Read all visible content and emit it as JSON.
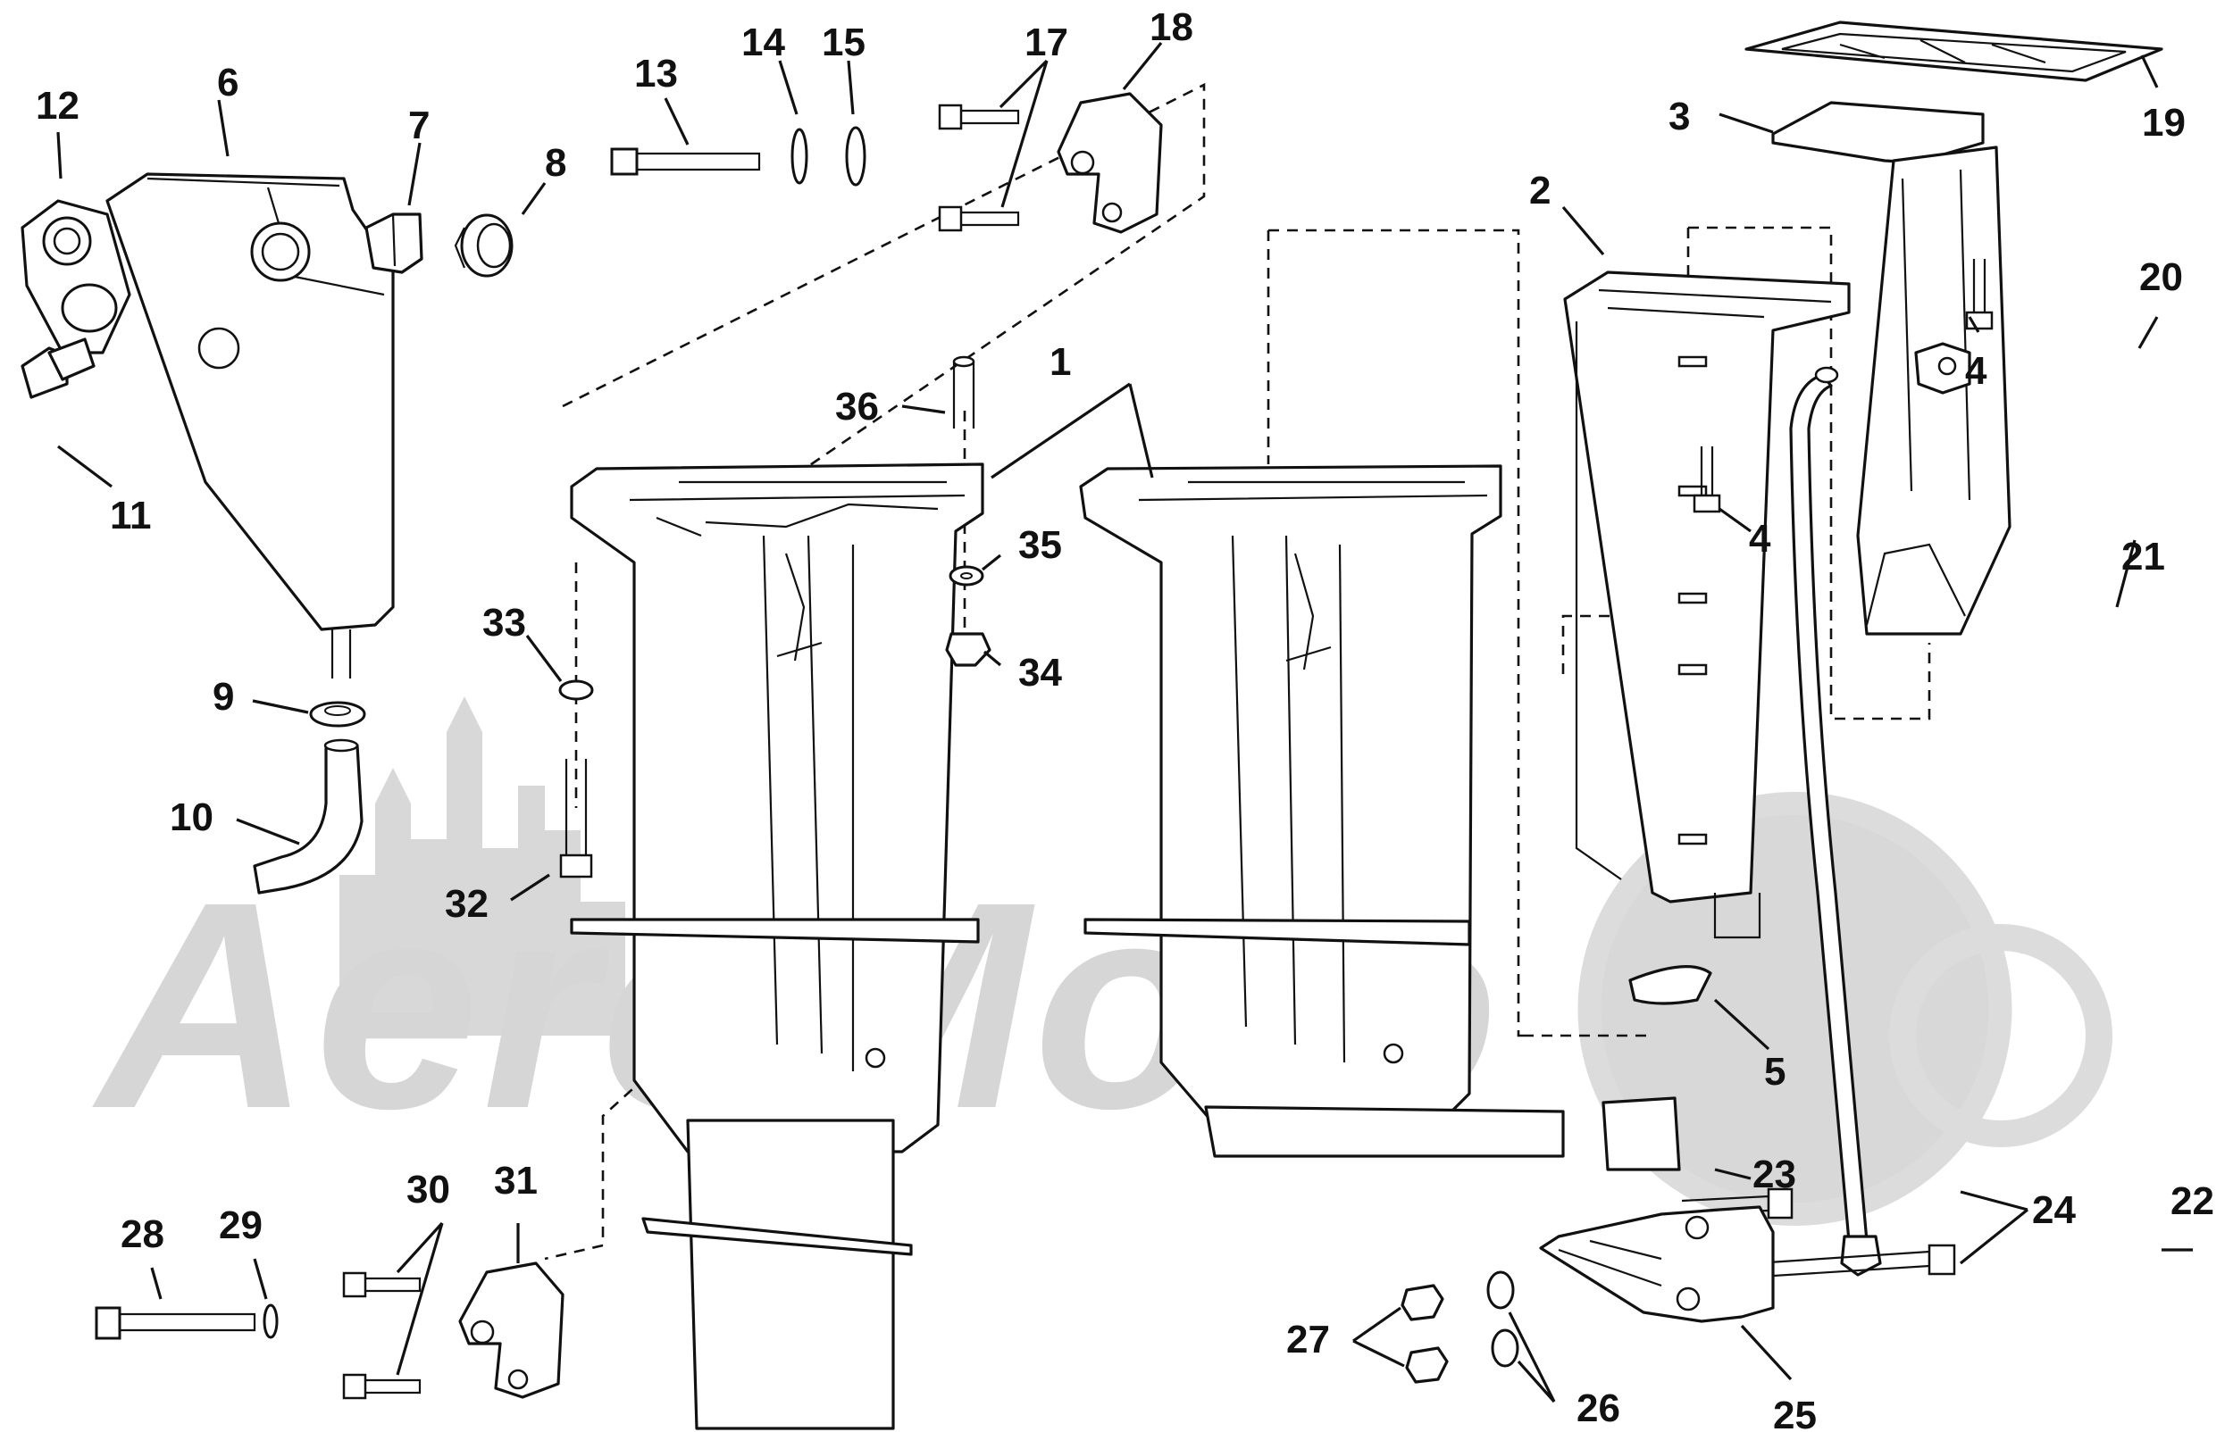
{
  "watermark": {
    "text": "AeroMoto"
  },
  "callouts": [
    {
      "id": "c1",
      "label": "1"
    },
    {
      "id": "c2",
      "label": "2"
    },
    {
      "id": "c3",
      "label": "3"
    },
    {
      "id": "c4a",
      "label": "4"
    },
    {
      "id": "c4b",
      "label": "4"
    },
    {
      "id": "c5",
      "label": "5"
    },
    {
      "id": "c6",
      "label": "6"
    },
    {
      "id": "c7",
      "label": "7"
    },
    {
      "id": "c8",
      "label": "8"
    },
    {
      "id": "c9",
      "label": "9"
    },
    {
      "id": "c10",
      "label": "10"
    },
    {
      "id": "c11",
      "label": "11"
    },
    {
      "id": "c12",
      "label": "12"
    },
    {
      "id": "c13",
      "label": "13"
    },
    {
      "id": "c14",
      "label": "14"
    },
    {
      "id": "c15",
      "label": "15"
    },
    {
      "id": "c17",
      "label": "17"
    },
    {
      "id": "c18",
      "label": "18"
    },
    {
      "id": "c19",
      "label": "19"
    },
    {
      "id": "c20",
      "label": "20"
    },
    {
      "id": "c21",
      "label": "21"
    },
    {
      "id": "c22",
      "label": "22"
    },
    {
      "id": "c23",
      "label": "23"
    },
    {
      "id": "c24",
      "label": "24"
    },
    {
      "id": "c25",
      "label": "25"
    },
    {
      "id": "c26",
      "label": "26"
    },
    {
      "id": "c27",
      "label": "27"
    },
    {
      "id": "c28",
      "label": "28"
    },
    {
      "id": "c29",
      "label": "29"
    },
    {
      "id": "c30",
      "label": "30"
    },
    {
      "id": "c31",
      "label": "31"
    },
    {
      "id": "c32",
      "label": "32"
    },
    {
      "id": "c33",
      "label": "33"
    },
    {
      "id": "c34",
      "label": "34"
    },
    {
      "id": "c35",
      "label": "35"
    },
    {
      "id": "c36",
      "label": "36"
    }
  ]
}
